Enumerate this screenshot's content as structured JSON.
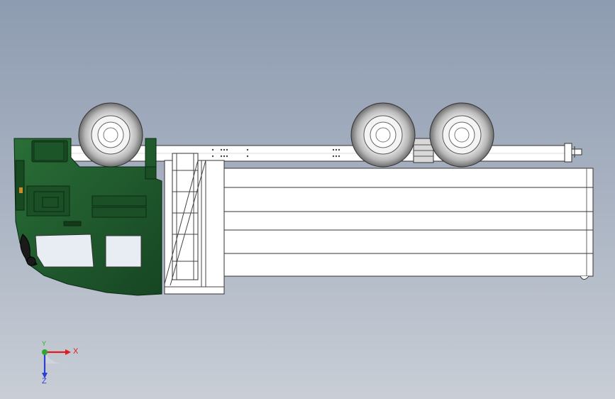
{
  "colors": {
    "background_top": "#8e9cb1",
    "background_bottom": "#c9ced6",
    "cab_green": "#1f5a2c",
    "cab_green_dark": "#123a1b",
    "body_fill": "#ffffff",
    "outline": "#333333",
    "axis_x": "#e01b1b",
    "axis_y": "#2ea82e",
    "axis_z": "#2a3fd6"
  },
  "triad": {
    "x_label": "X",
    "y_label": "Y",
    "z_label": "Z"
  },
  "icons": {
    "triad": "coordinate-triad-icon"
  }
}
